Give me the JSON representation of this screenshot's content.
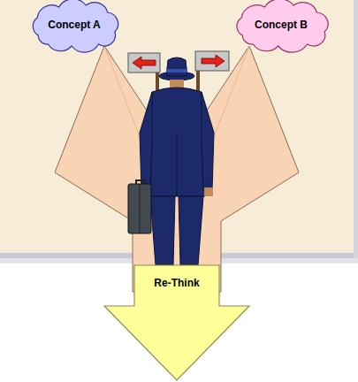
{
  "diagram": {
    "nodes": [
      {
        "text": [
          "Concept A"
        ]
      },
      {
        "text": [
          "Concept B"
        ]
      },
      {
        "text": [
          "Re-Think"
        ]
      }
    ]
  }
}
